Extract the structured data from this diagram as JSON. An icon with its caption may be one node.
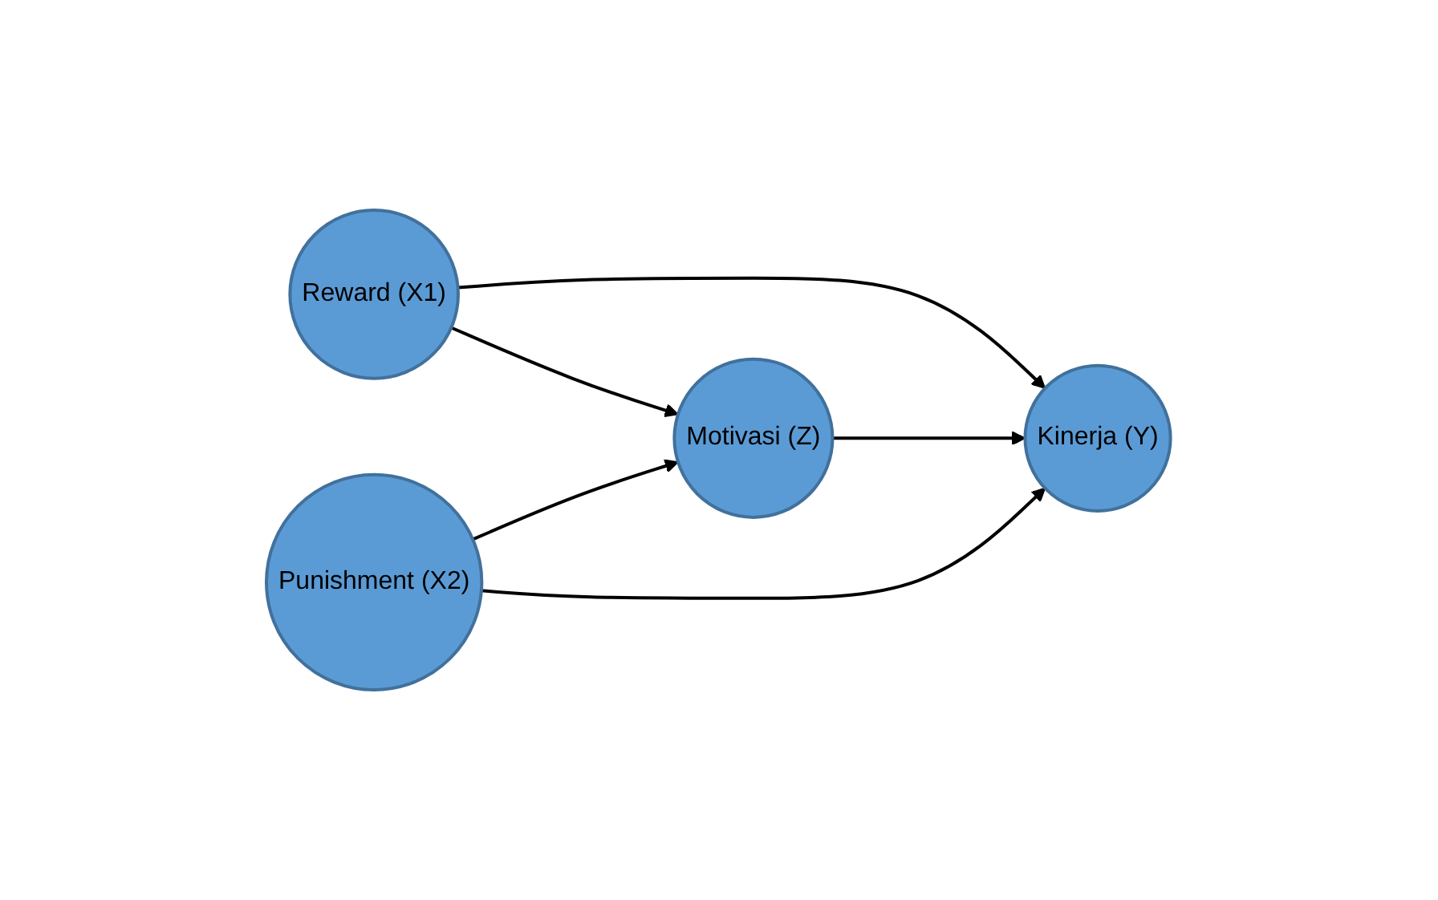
{
  "diagram": {
    "nodes": [
      {
        "text": [
          "Reward (X1)"
        ]
      },
      {
        "text": [
          "Punishment (X2)"
        ]
      },
      {
        "text": [
          "Motivasi (Z)"
        ]
      },
      {
        "text": [
          "Kinerja (Y)"
        ]
      }
    ],
    "edges": [
      {
        "from": 0,
        "to": 3,
        "arrow": "to"
      },
      {
        "from": 0,
        "to": 2,
        "arrow": "to"
      },
      {
        "from": 1,
        "to": 2,
        "arrow": "to"
      },
      {
        "from": 1,
        "to": 3,
        "arrow": "to"
      },
      {
        "from": 2,
        "to": 3,
        "arrow": "to"
      }
    ]
  }
}
